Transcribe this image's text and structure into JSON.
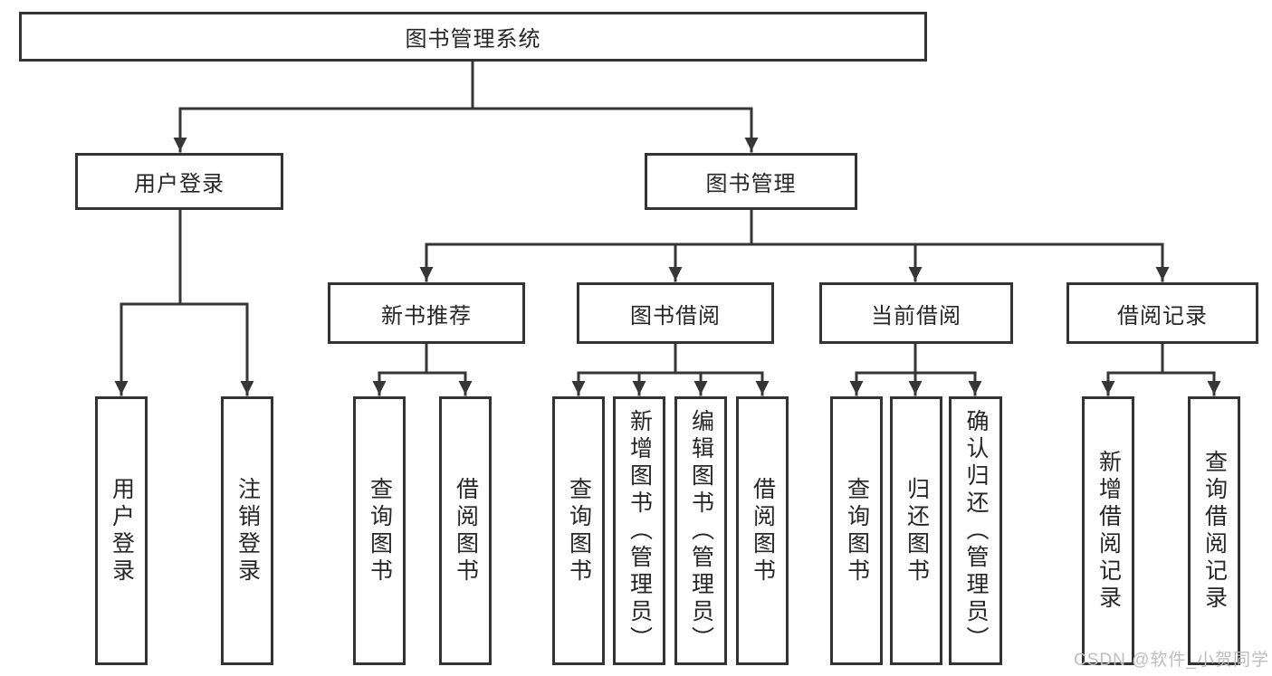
{
  "diagram": {
    "root": "图书管理系统",
    "branches": [
      {
        "label": "用户登录",
        "children": [
          "用户登录",
          "注销登录"
        ]
      },
      {
        "label": "图书管理",
        "groups": [
          {
            "label": "新书推荐",
            "children": [
              "查询图书",
              "借阅图书"
            ]
          },
          {
            "label": "图书借阅",
            "children": [
              "查询图书",
              "新增图书（管理员）",
              "编辑图书（管理员）",
              "借阅图书"
            ]
          },
          {
            "label": "当前借阅",
            "children": [
              "查询图书",
              "归还图书",
              "确认归还（管理员）"
            ]
          },
          {
            "label": "借阅记录",
            "children": [
              "新增借阅记录",
              "查询借阅记录"
            ]
          }
        ]
      }
    ]
  },
  "watermark": "CSDN @软件_小贺同学",
  "colors": {
    "background": "#ffffff",
    "line": "#363636",
    "box_border": "#333333",
    "text": "#262626",
    "watermark": "#bdbdbd"
  }
}
